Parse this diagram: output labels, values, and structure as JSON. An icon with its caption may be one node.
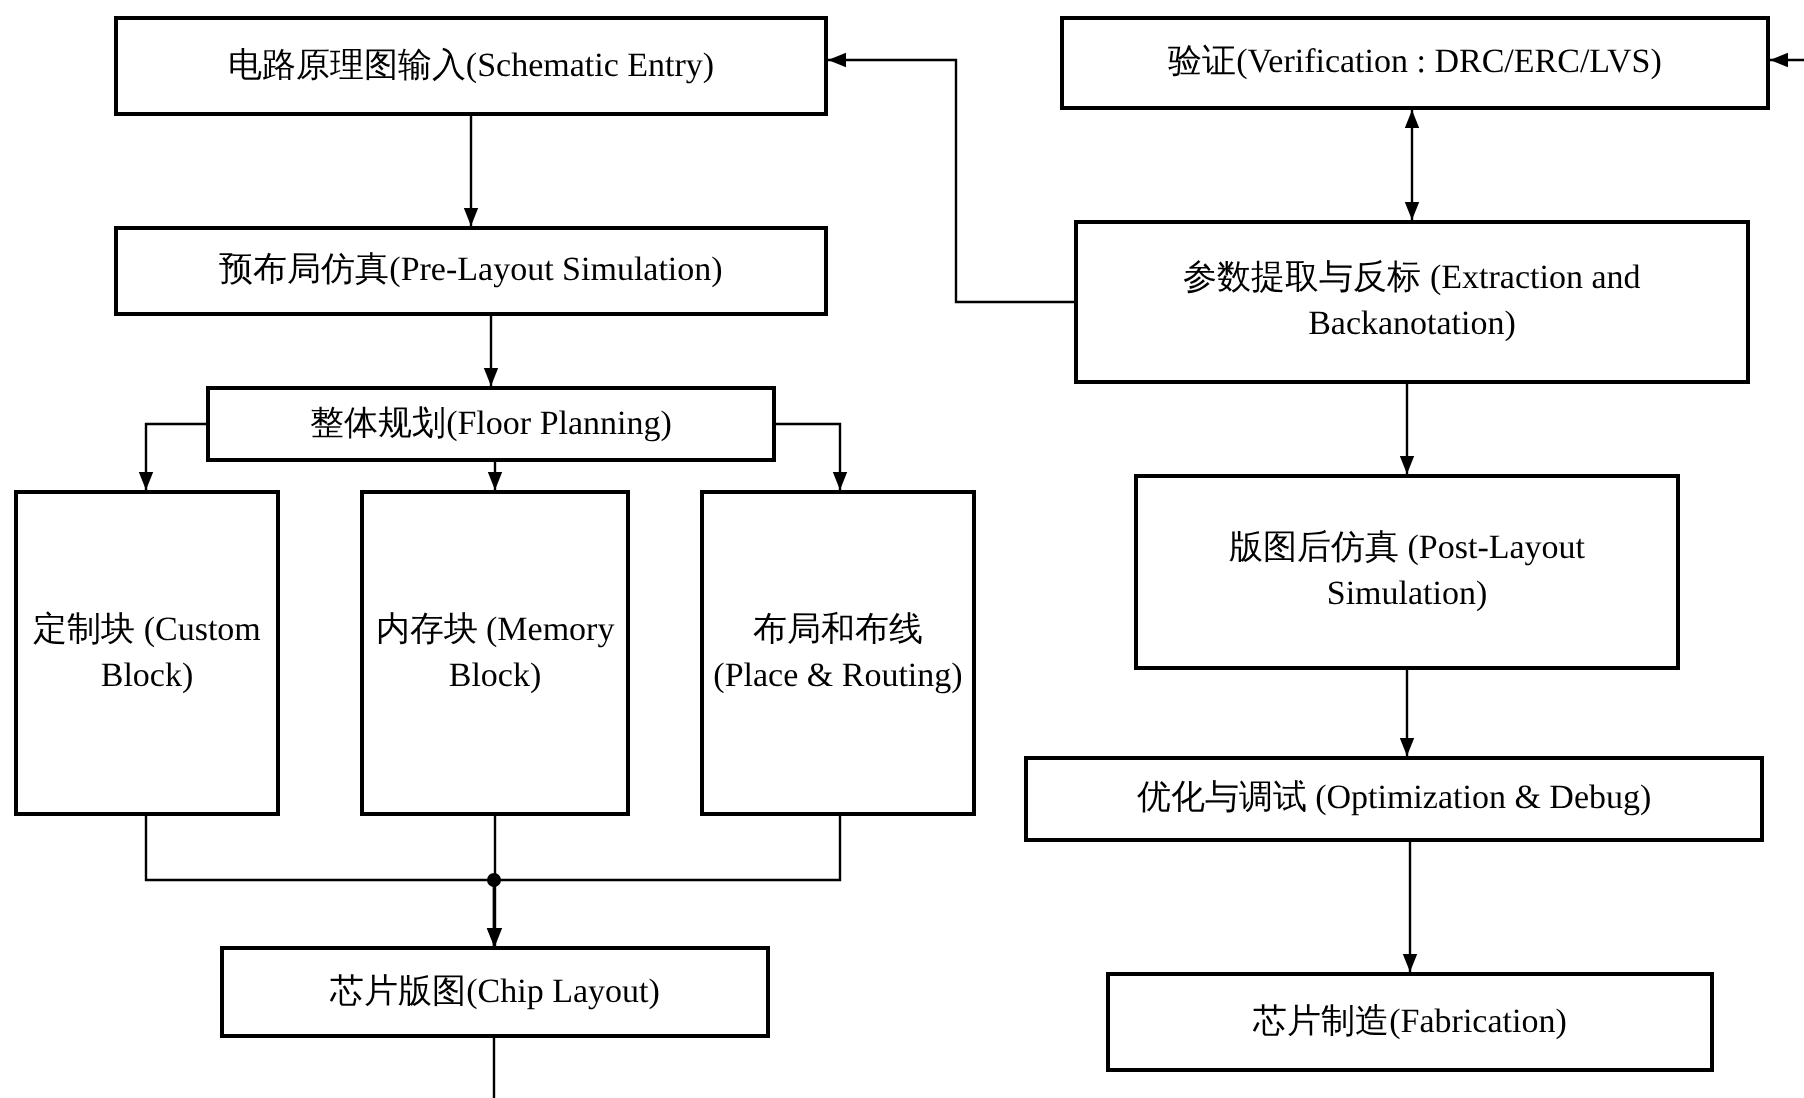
{
  "diagram": {
    "nodes": [
      {
        "text": [
          "电路原理图输入(Schematic Entry)"
        ]
      },
      {
        "text": [
          "验证(Verification : DRC/ERC/LVS)"
        ]
      },
      {
        "text": [
          "预布局仿真(Pre-Layout Simulation)"
        ]
      },
      {
        "text": [
          "参数提取与反标 (Extraction and Backanotation)"
        ]
      },
      {
        "text": [
          "整体规划(Floor Planning)"
        ]
      },
      {
        "text": [
          "定制块 (Custom Block)"
        ]
      },
      {
        "text": [
          "内存块 (Memory Block)"
        ]
      },
      {
        "text": [
          "布局和布线 (Place & Routing)"
        ]
      },
      {
        "text": [
          "版图后仿真 (Post-Layout Simulation)"
        ]
      },
      {
        "text": [
          "优化与调试 (Optimization & Debug)"
        ]
      },
      {
        "text": [
          "芯片版图(Chip Layout)"
        ]
      },
      {
        "text": [
          "芯片制造(Fabrication)"
        ]
      }
    ],
    "edges": [
      {
        "from": 0,
        "to": 2,
        "arrow": "to"
      },
      {
        "from": 1,
        "to": 3,
        "arrow": "both"
      },
      {
        "from": 3,
        "to": 0,
        "arrow": "to"
      },
      {
        "from": 2,
        "to": 4,
        "arrow": "to"
      },
      {
        "from": 4,
        "to": 5,
        "arrow": "to"
      },
      {
        "from": 4,
        "to": 6,
        "arrow": "to"
      },
      {
        "from": 4,
        "to": 7,
        "arrow": "to"
      },
      {
        "from": 3,
        "to": 8,
        "arrow": "to"
      },
      {
        "from": 5,
        "to": 10,
        "arrow": "to"
      },
      {
        "from": 6,
        "to": 10,
        "arrow": "to"
      },
      {
        "from": 7,
        "to": 10,
        "arrow": "to"
      },
      {
        "from": 8,
        "to": 9,
        "arrow": "to"
      },
      {
        "from": 9,
        "to": 11,
        "arrow": "to"
      },
      {
        "from": 10,
        "to": null,
        "arrow": "none"
      },
      {
        "from": null,
        "to": 1,
        "arrow": "to"
      }
    ]
  }
}
